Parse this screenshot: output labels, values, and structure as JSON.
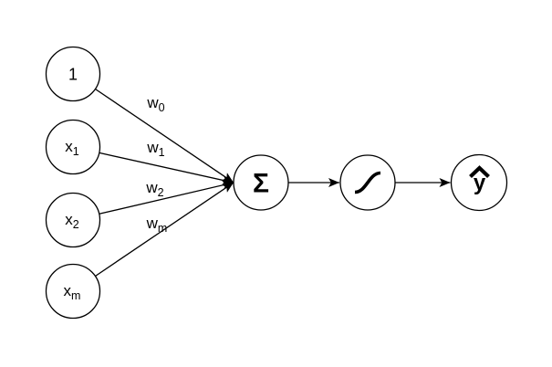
{
  "colors": {
    "stroke": "#000000",
    "node_fill": "#ffffff",
    "background": "#ffffff",
    "text": "#000000"
  },
  "diagram": {
    "type": "perceptron-neuron",
    "nodes": {
      "bias": {
        "label": "1"
      },
      "x1": {
        "base": "x",
        "sub": "1"
      },
      "x2": {
        "base": "x",
        "sub": "2"
      },
      "xm": {
        "base": "x",
        "sub": "m"
      },
      "sum": {
        "label": "Σ"
      },
      "activation": {
        "icon": "sigmoid-icon"
      },
      "output": {
        "base": "y",
        "accent_icon": "hat-icon"
      }
    },
    "edges": {
      "w0": {
        "base": "w",
        "sub": "0"
      },
      "w1": {
        "base": "w",
        "sub": "1"
      },
      "w2": {
        "base": "w",
        "sub": "2"
      },
      "wm": {
        "base": "w",
        "sub": "m"
      },
      "sum_to_activation": {
        "label": ""
      },
      "activation_to_output": {
        "label": ""
      }
    }
  }
}
